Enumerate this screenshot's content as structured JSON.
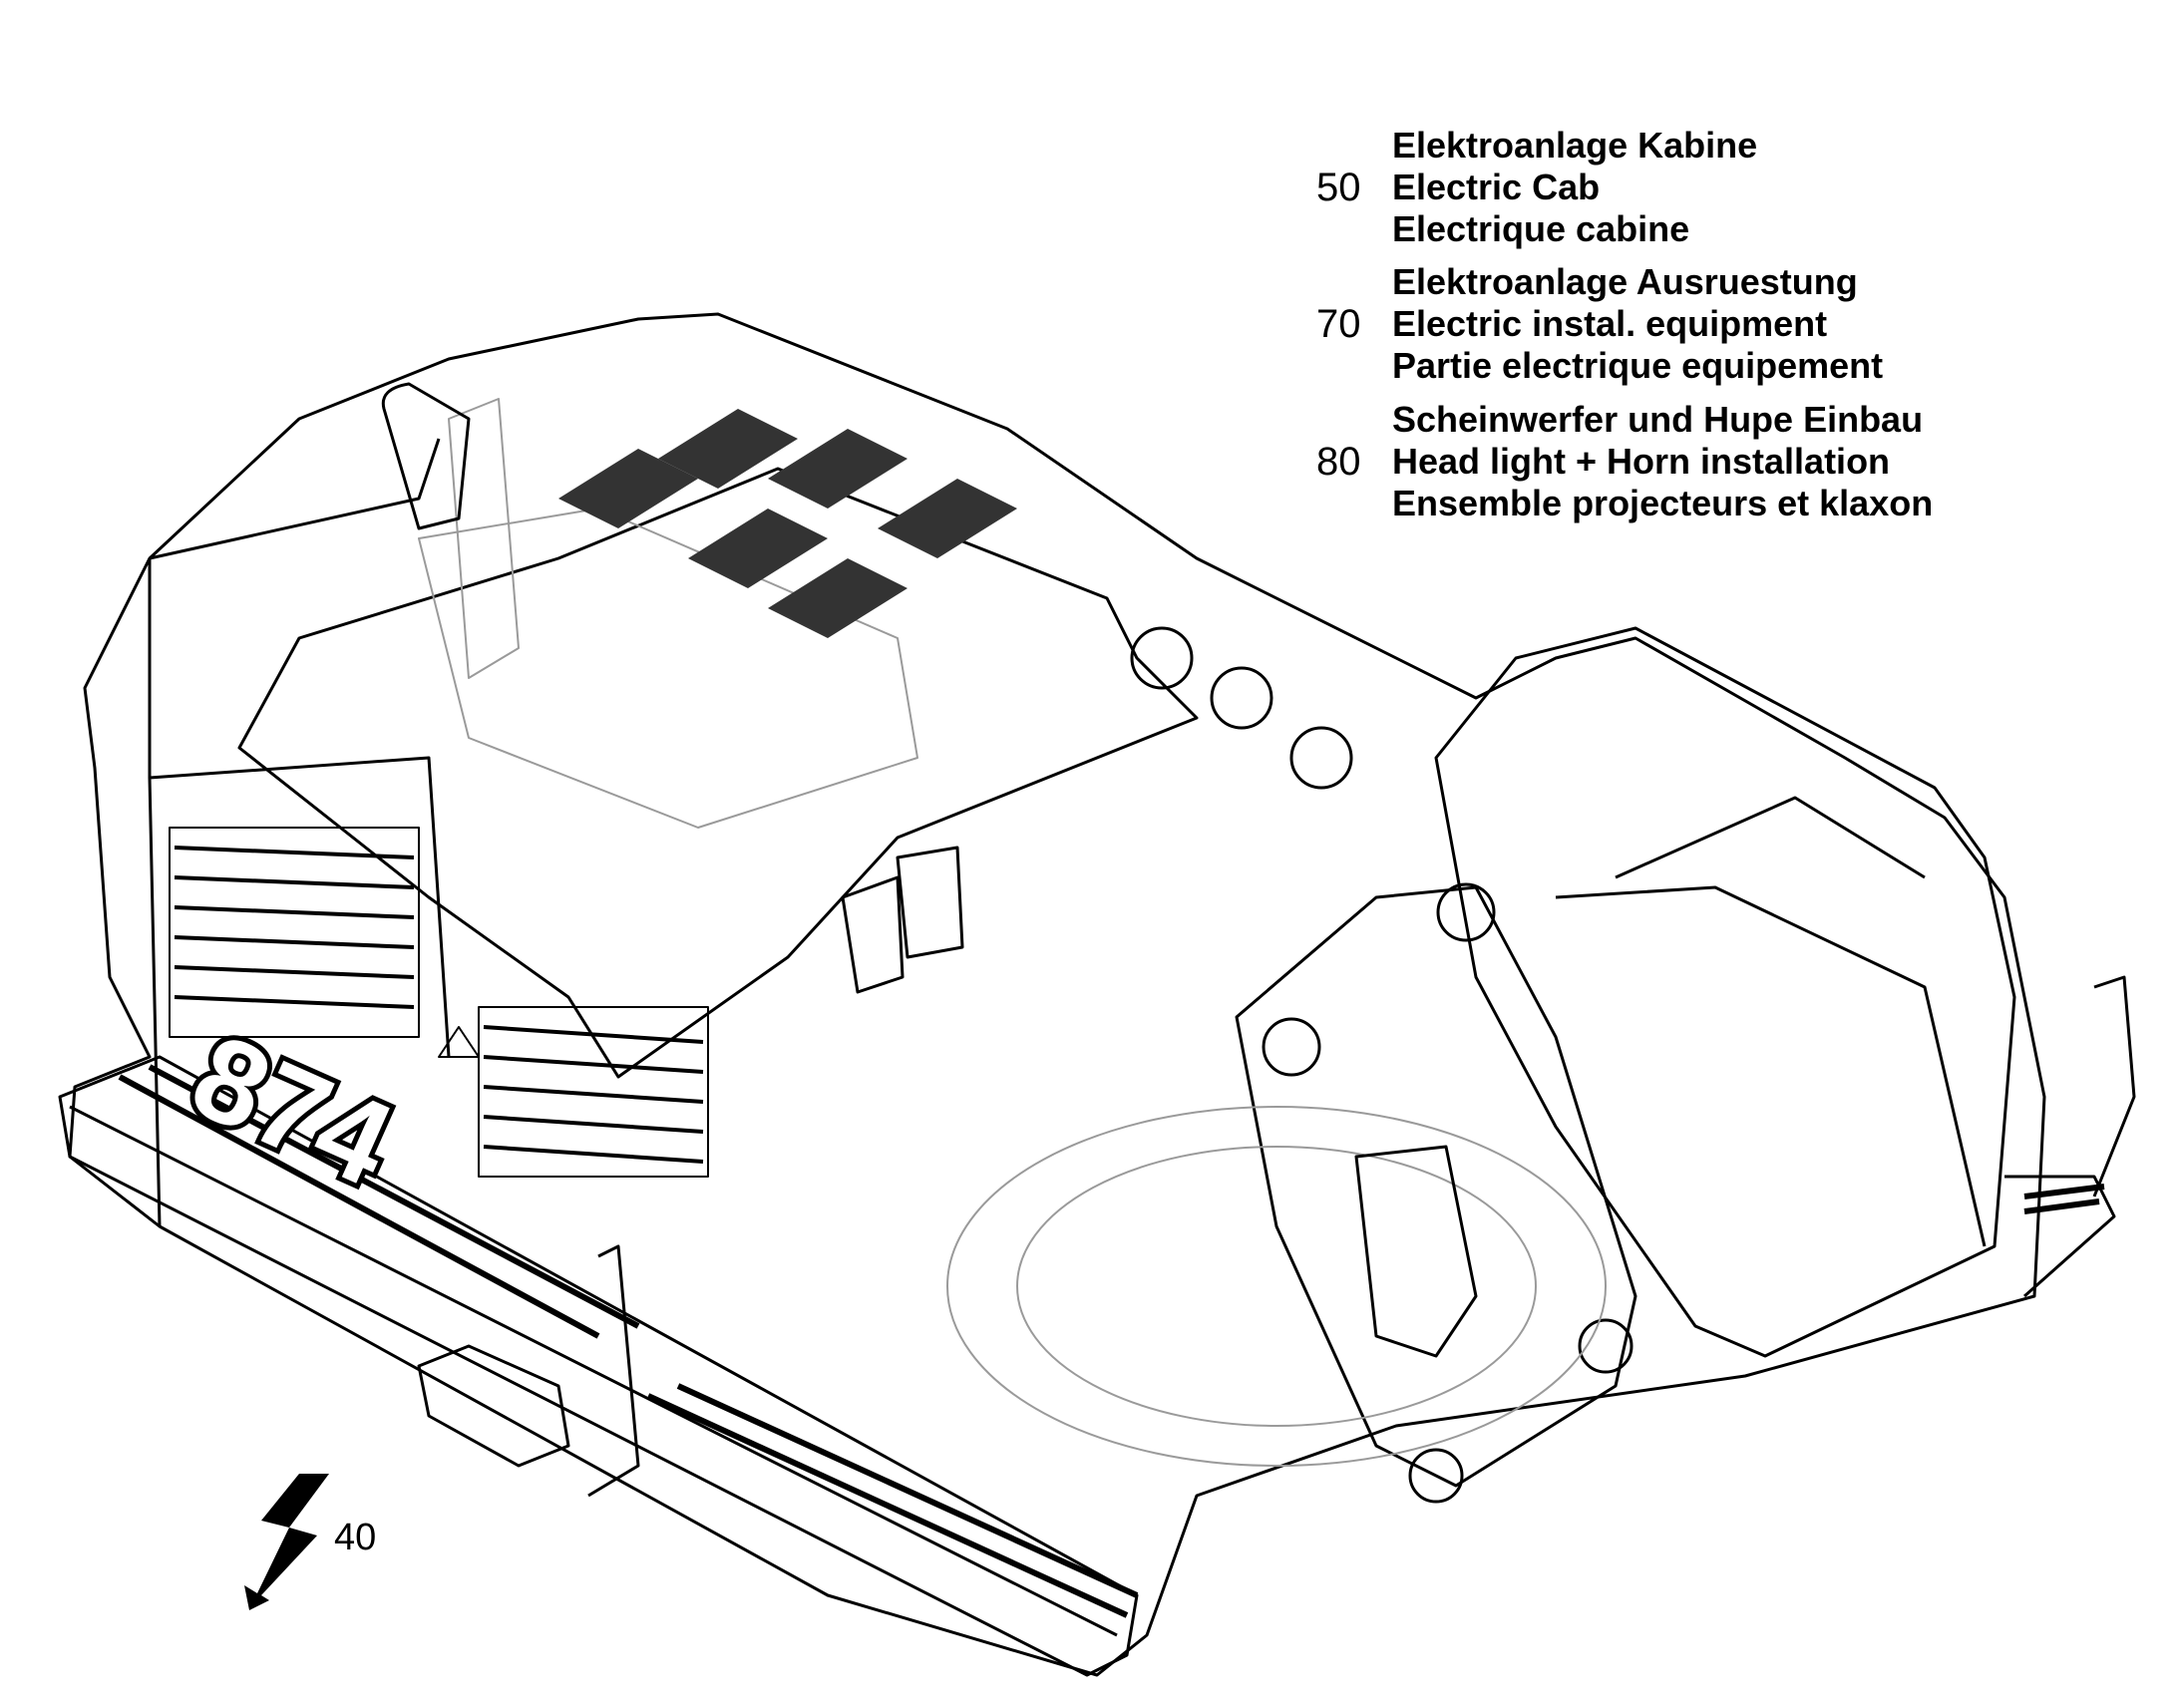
{
  "legend": [
    {
      "code": "50",
      "lines": [
        "Elektroanlage Kabine",
        "Electric Cab",
        "Electrique cabine"
      ]
    },
    {
      "code": "70",
      "lines": [
        "Elektroanlage Ausruestung",
        "Electric instal. equipment",
        "Partie electrique equipement"
      ]
    },
    {
      "code": "80",
      "lines": [
        "Scheinwerfer und Hupe Einbau",
        "Head light + Horn installation",
        "Ensemble projecteurs et klaxon"
      ]
    }
  ],
  "callout": {
    "code": "40",
    "icon": "lightning-bolt-icon"
  },
  "machine": {
    "model_marking": "874",
    "warning_icon": "warning-triangle-icon"
  },
  "colors": {
    "line": "#000000",
    "ghost": "#9a9a9a",
    "background": "#ffffff"
  }
}
